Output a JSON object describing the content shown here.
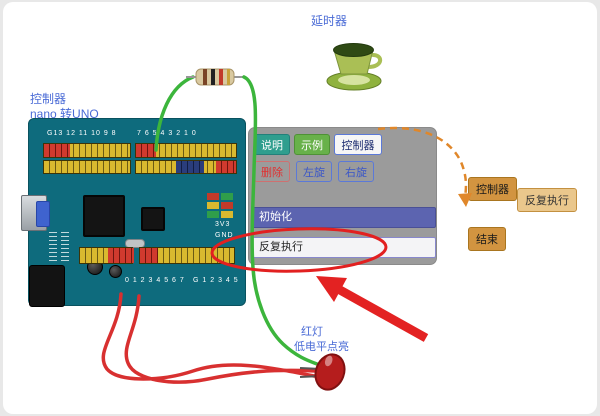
{
  "labels": {
    "controller_title": "控制器",
    "controller_subtitle": "nano 转UNO",
    "delay_timer": "延时器",
    "red_led_line1": "红灯",
    "red_led_line2": "低电平点亮"
  },
  "board": {
    "top_pins_left": "G13 12 11 10 9 8",
    "top_pins_right": "7 6 5 4 3 2 1 0",
    "right_3v3": "3V3",
    "right_gnd": "GND",
    "bottom_pins_left": "0 1 2 3 4 5 6 7",
    "bottom_pins_right": "G 1 2 3 4 5"
  },
  "panel": {
    "btn_description": "说明",
    "btn_example": "示例",
    "btn_controller": "控制器",
    "btn_delete": "删除",
    "btn_rotate_left": "左旋",
    "btn_rotate_right": "右旋",
    "block_init": "初始化",
    "block_repeat": "反复执行"
  },
  "flow": {
    "controller": "控制器",
    "repeat": "反复执行",
    "end": "结束"
  },
  "colors": {
    "accent_blue": "#4a6bd6",
    "board_teal": "#0e6b7d",
    "wire_green": "#3cb53c",
    "wire_red": "#d83030",
    "arrow_red": "#e32222",
    "dashed_orange": "#e0872a",
    "block_orange": "#d29440",
    "block_tan": "#eac78c",
    "panel_gray": "#9b9b9b",
    "init_purple": "#5c64b0",
    "btn_teal": "#2f9e8e",
    "btn_green": "#68b14a"
  }
}
